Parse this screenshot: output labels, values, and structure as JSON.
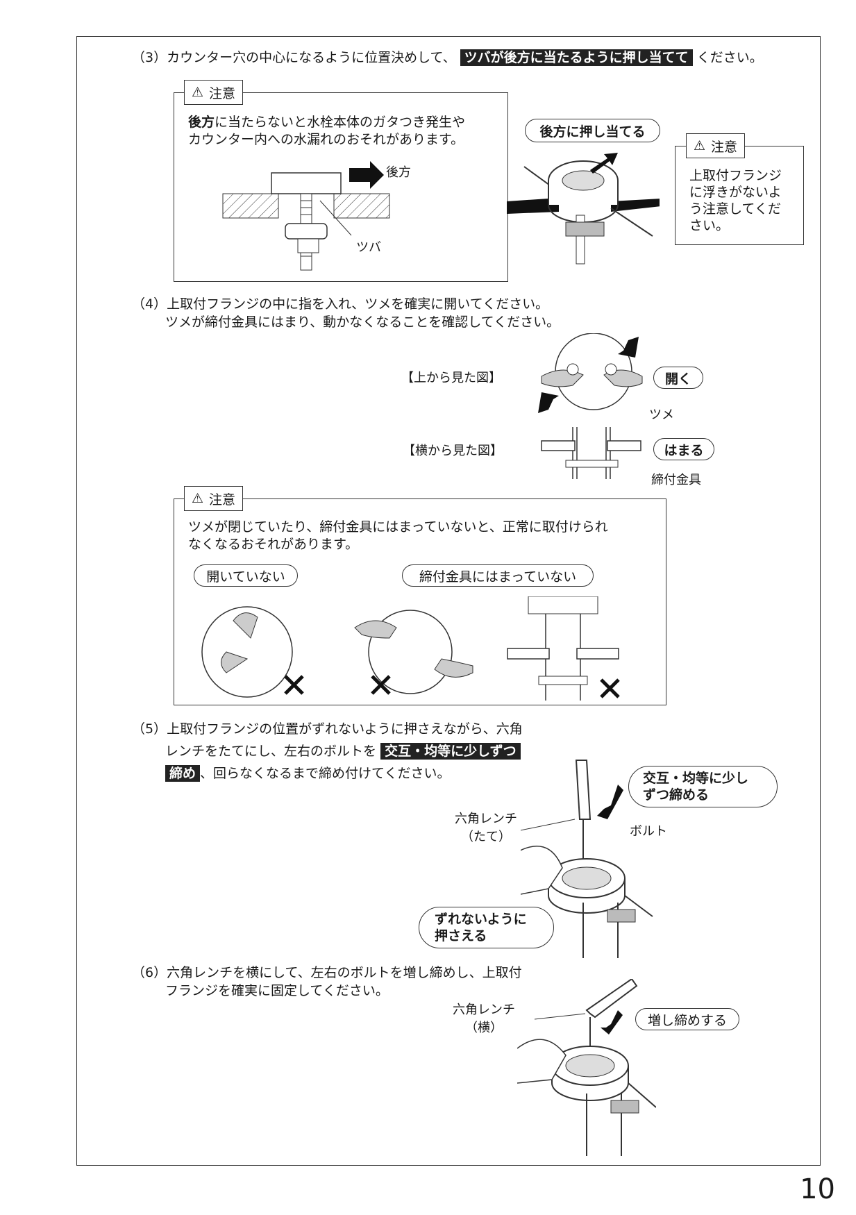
{
  "steps": {
    "s3": {
      "num": "（3）",
      "text_before": "カウンター穴の中心になるように位置決めして、",
      "highlight": "ツバが後方に当たるように押し当てて",
      "text_after": "ください。"
    },
    "s4": {
      "num": "（4）",
      "line1": "上取付フランジの中に指を入れ、ツメを確実に開いてください。",
      "line2": "ツメが締付金具にはまり、動かなくなることを確認してください。"
    },
    "s5": {
      "num": "（5）",
      "line1": "上取付フランジの位置がずれないように押さえながら、六角",
      "line2_before": "レンチをたてにし、左右のボルトを",
      "highlight1": "交互・均等に少しずつ",
      "highlight2": "締め",
      "line3_after": "、回らなくなるまで締め付けてください。"
    },
    "s6": {
      "num": "（6）",
      "line1": "六角レンチを横にして、左右のボルトを増し締めし、上取付",
      "line2": "フランジを確実に固定してください。"
    }
  },
  "caution1": {
    "tab": "注意",
    "text_bold": "後方",
    "text_rest1": "に当たらないと水栓本体のガタつき発生や",
    "text_line2": "カウンター内への水漏れのおそれがあります。",
    "label_back": "後方",
    "label_tsuba": "ツバ"
  },
  "pill_push_back": "後方に押し当てる",
  "caution2": {
    "tab": "注意",
    "lines": [
      "上取付フランジ",
      "に浮きがないよ",
      "う注意してくだ",
      "さい。"
    ]
  },
  "view_top": "【上から見た図】",
  "view_side": "【横から見た図】",
  "pill_open": "開く",
  "label_tsume": "ツメ",
  "pill_fit": "はまる",
  "label_clamp": "締付金具",
  "caution3": {
    "tab": "注意",
    "line1": "ツメが閉じていたり、締付金具にはまっていないと、正常に取付けられ",
    "line2": "なくなるおそれがあります。",
    "pill_not_open": "開いていない",
    "pill_not_fit": "締付金具にはまっていない"
  },
  "step5_fig": {
    "pill_tighten_line1": "交互・均等に少し",
    "pill_tighten_line2": "ずつ締める",
    "wrench_line1": "六角レンチ",
    "wrench_line2": "（たて）",
    "bolt": "ボルト",
    "pill_hold_line1": "ずれないように",
    "pill_hold_line2": "押さえる"
  },
  "step6_fig": {
    "wrench_line1": "六角レンチ",
    "wrench_line2": "（横）",
    "pill_retighten": "増し締めする"
  },
  "page_number": "10"
}
